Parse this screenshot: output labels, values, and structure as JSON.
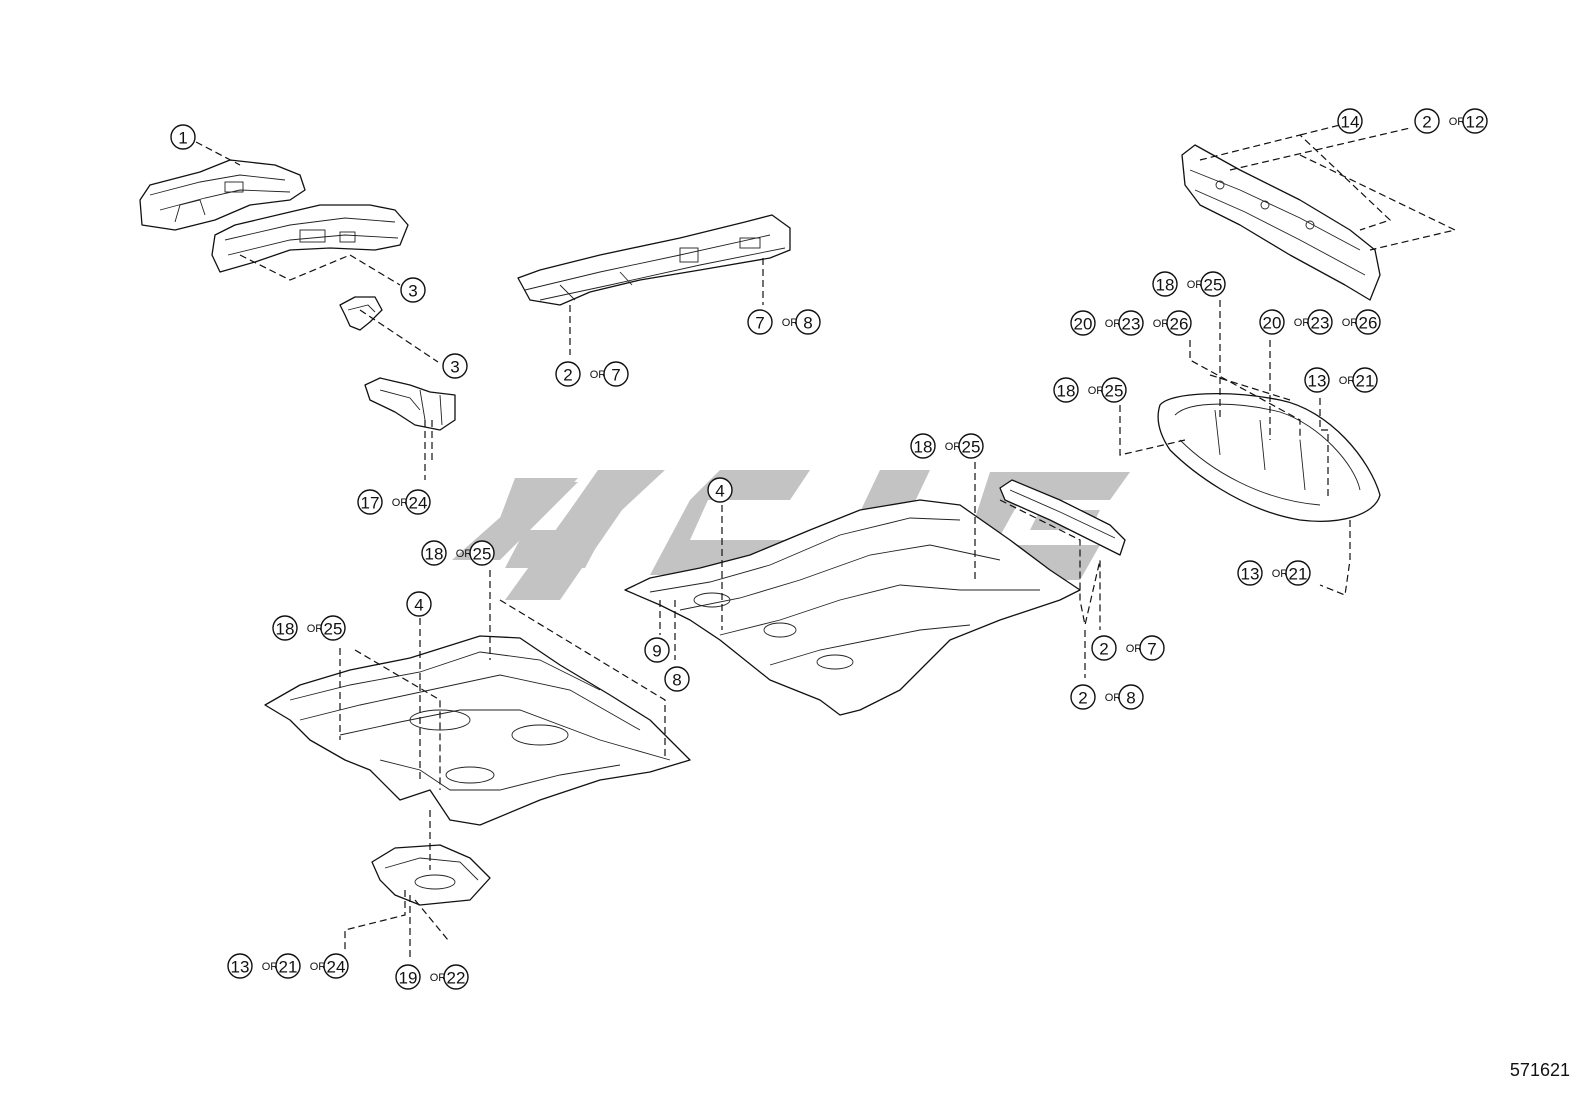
{
  "diagram_id": "571621",
  "watermark": {
    "logo": "slashed-block-logo",
    "color": "#b9b9b9"
  },
  "callouts": [
    {
      "id": "c-1",
      "items": [
        "1"
      ]
    },
    {
      "id": "c-3a",
      "items": [
        "3"
      ]
    },
    {
      "id": "c-3b",
      "items": [
        "3"
      ]
    },
    {
      "id": "c-17-24",
      "items": [
        "17",
        "24"
      ]
    },
    {
      "id": "c-7-8-top",
      "items": [
        "7",
        "8"
      ]
    },
    {
      "id": "c-2-7-top",
      "items": [
        "2",
        "7"
      ]
    },
    {
      "id": "c-14",
      "items": [
        "14"
      ]
    },
    {
      "id": "c-2-12",
      "items": [
        "2",
        "12"
      ]
    },
    {
      "id": "c-18-25-rA",
      "items": [
        "18",
        "25"
      ]
    },
    {
      "id": "c-20-23-26-L",
      "items": [
        "20",
        "23",
        "26"
      ]
    },
    {
      "id": "c-20-23-26-R",
      "items": [
        "20",
        "23",
        "26"
      ]
    },
    {
      "id": "c-18-25-rB",
      "items": [
        "18",
        "25"
      ]
    },
    {
      "id": "c-13-21-top",
      "items": [
        "13",
        "21"
      ]
    },
    {
      "id": "c-18-25-mid",
      "items": [
        "18",
        "25"
      ]
    },
    {
      "id": "c-4-mid",
      "items": [
        "4"
      ]
    },
    {
      "id": "c-18-25-left1",
      "items": [
        "18",
        "25"
      ]
    },
    {
      "id": "c-4-left",
      "items": [
        "4"
      ]
    },
    {
      "id": "c-18-25-left2",
      "items": [
        "18",
        "25"
      ]
    },
    {
      "id": "c-9",
      "items": [
        "9"
      ]
    },
    {
      "id": "c-8",
      "items": [
        "8"
      ]
    },
    {
      "id": "c-2-7-mid",
      "items": [
        "2",
        "7"
      ]
    },
    {
      "id": "c-2-8-mid",
      "items": [
        "2",
        "8"
      ]
    },
    {
      "id": "c-13-21-bot",
      "items": [
        "13",
        "21"
      ]
    },
    {
      "id": "c-13-21-24",
      "items": [
        "13",
        "21",
        "24"
      ]
    },
    {
      "id": "c-19-22",
      "items": [
        "19",
        "22"
      ]
    }
  ],
  "separator": "OR"
}
